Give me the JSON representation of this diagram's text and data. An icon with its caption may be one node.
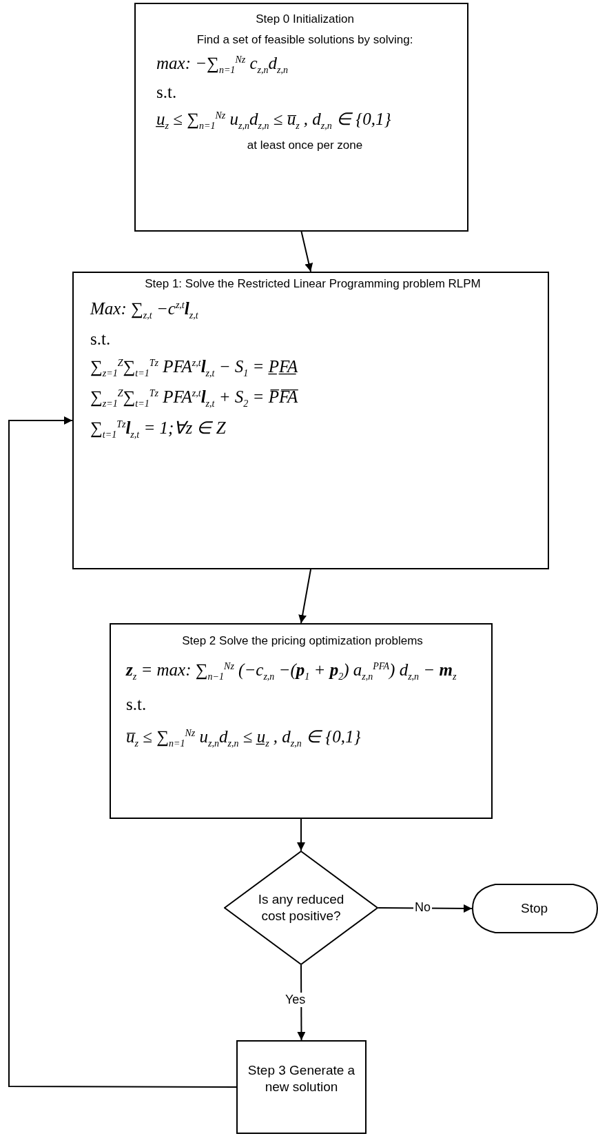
{
  "diagram": {
    "nodes": [
      {
        "text": [
          "Step 0 Initialization",
          "Find a set of feasible solutions by solving:",
          "max: −∑$_{n=1}$$^{Nz}$ c$_{z,n}$d$_{z,n}$",
          "s.t.",
          "u̲$_{z}$ ≤ ∑$_{n=1}$$^{Nz}$ u$_{z,n}$d$_{z,n}$ ≤ u̅$_{z}$ ,  d$_{z,n}$ ∈ {0,1}",
          "at least once per zone"
        ]
      },
      {
        "text": [
          "Step 1: Solve the Restricted Linear Programming problem RLPM",
          "Max: ∑$_{z,t}$ −c$^{z,t}$**l**$_{z,t}$",
          "s.t.",
          "∑$_{z=1}$$^{Z}$∑$_{t=1}$$^{Tz}$ PFA$^{z,t}$**l**$_{z,t}$ − S$_{1}$ = P̲F̲A̲",
          "∑$_{z=1}$$^{Z}$∑$_{t=1}$$^{Tz}$ PFA$^{z,t}$**l**$_{z,t}$ + S$_{2}$ = P̅F̅A̅",
          "∑$_{t=1}$$^{Tz}$**l**$_{z,t}$ = 1;∀z ∈ Z"
        ]
      },
      {
        "text": [
          "Step 2 Solve the pricing optimization problems",
          "**z**$_{z}$ = max: ∑$_{n−1}$$^{Nz}$ (−c$_{z,n}$ −(**p**$_{1}$ + **p**$_{2}$) a$_{z,n}$$^{PFA}$) d$_{z,n}$ − **m**$_{z}$",
          "s.t.",
          "u̅$_{z}$ ≤ ∑$_{n=1}$$^{Nz}$ u$_{z,n}$d$_{z,n}$ ≤ u̲$_{z}$ , d$_{z,n}$ ∈ {0,1}"
        ]
      },
      {
        "text": [
          "Is any reduced cost positive?"
        ]
      },
      {
        "text": [
          "Stop"
        ]
      },
      {
        "text": [
          "Step 3 Generate a new solution"
        ]
      }
    ],
    "edges": [
      {
        "from": 0,
        "to": 1,
        "arrow": "to"
      },
      {
        "from": 1,
        "to": 2,
        "arrow": "to"
      },
      {
        "from": 2,
        "to": 3,
        "arrow": "to"
      },
      {
        "from": 3,
        "to": 4,
        "arrow": "to",
        "label": "No"
      },
      {
        "from": 3,
        "to": 5,
        "arrow": "to",
        "label": "Yes"
      },
      {
        "from": 5,
        "to": 1,
        "arrow": "to"
      }
    ]
  }
}
